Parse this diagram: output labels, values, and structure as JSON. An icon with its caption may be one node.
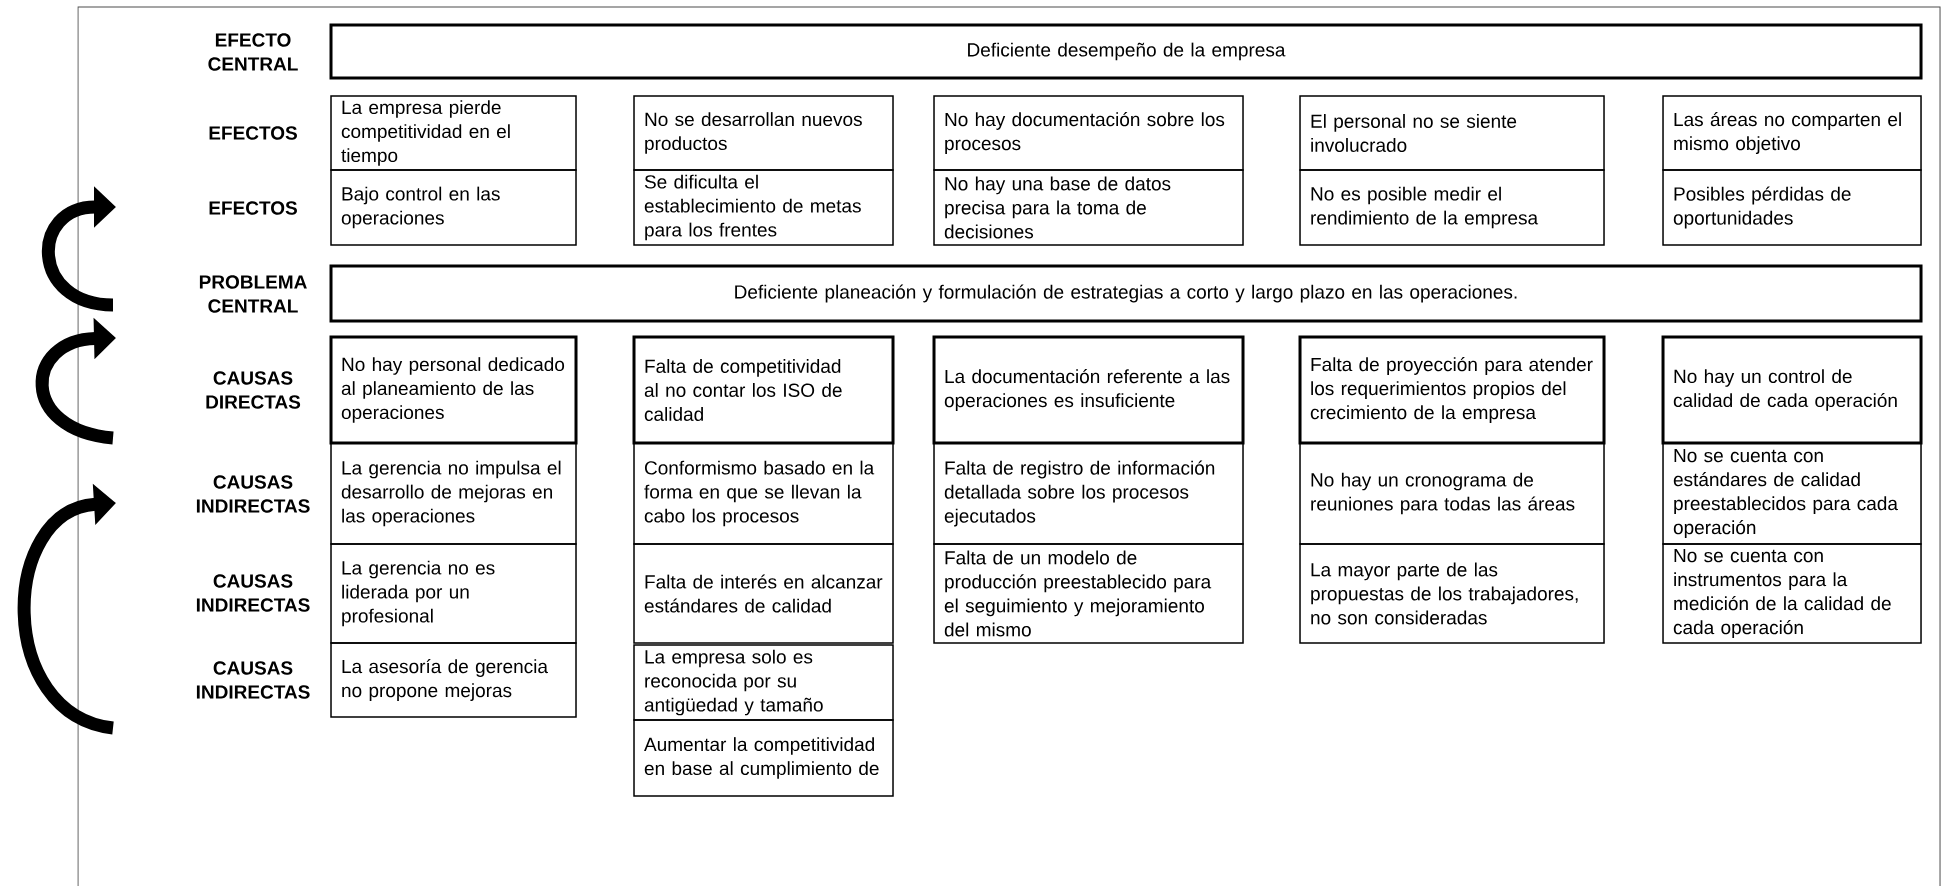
{
  "diagram": {
    "nodes": [
      {
        "text": [
          "Deficiente desempeño de la empresa"
        ]
      },
      {
        "text": [
          "La empresa pierde competitividad en el tiempo"
        ]
      },
      {
        "text": [
          "No se desarrollan nuevos productos"
        ]
      },
      {
        "text": [
          "No hay documentación sobre los procesos"
        ]
      },
      {
        "text": [
          "El personal no se siente involucrado"
        ]
      },
      {
        "text": [
          "Las áreas no comparten el mismo objetivo"
        ]
      },
      {
        "text": [
          "Bajo control en las operaciones"
        ]
      },
      {
        "text": [
          "Se dificulta el establecimiento de metas para los frentes"
        ]
      },
      {
        "text": [
          "No hay una base de datos precisa para la toma de decisiones"
        ]
      },
      {
        "text": [
          "No es posible medir el rendimiento de la empresa"
        ]
      },
      {
        "text": [
          "Posibles pérdidas de oportunidades"
        ]
      },
      {
        "text": [
          "Deficiente planeación y formulación de estrategias a corto y largo plazo en las operaciones."
        ]
      },
      {
        "text": [
          "No hay personal dedicado al planeamiento de las operaciones"
        ]
      },
      {
        "text": [
          "Falta de competitividad al no contar los ISO de calidad"
        ]
      },
      {
        "text": [
          "La documentación referente a las operaciones es insuficiente"
        ]
      },
      {
        "text": [
          "Falta de proyección para atender los requerimientos propios del crecimiento de la empresa"
        ]
      },
      {
        "text": [
          "No hay un control de calidad de cada operación"
        ]
      },
      {
        "text": [
          "La gerencia no impulsa el desarrollo de mejoras en las operaciones"
        ]
      },
      {
        "text": [
          "Conformismo basado en la forma en que se llevan la cabo los procesos"
        ]
      },
      {
        "text": [
          "Falta de registro de información detallada sobre los procesos ejecutados"
        ]
      },
      {
        "text": [
          "No hay un cronograma de reuniones para todas las áreas"
        ]
      },
      {
        "text": [
          "No se cuenta con estándares de calidad preestablecidos para cada operación"
        ]
      },
      {
        "text": [
          "La gerencia no es liderada por un profesional"
        ]
      },
      {
        "text": [
          "Falta de interés en alcanzar estándares de calidad"
        ]
      },
      {
        "text": [
          "Falta de un modelo de producción preestablecido para el seguimiento y mejoramiento del mismo"
        ]
      },
      {
        "text": [
          "La mayor parte de las propuestas de los trabajadores, no son consideradas"
        ]
      },
      {
        "text": [
          "No se cuenta con instrumentos para la medición de la calidad de cada operación"
        ]
      },
      {
        "text": [
          "La asesoría de gerencia no propone mejoras"
        ]
      },
      {
        "text": [
          "La empresa solo es reconocida por su antigüedad y tamaño"
        ]
      },
      {
        "text": [
          "Aumentar la competitividad en base al cumplimiento de"
        ]
      }
    ],
    "labels": [
      "EFECTO CENTRAL",
      "EFECTOS",
      "EFECTOS",
      "PROBLEMA CENTRAL",
      "CAUSAS DIRECTAS",
      "CAUSAS INDIRECTAS",
      "CAUSAS INDIRECTAS",
      "CAUSAS INDIRECTAS"
    ]
  }
}
